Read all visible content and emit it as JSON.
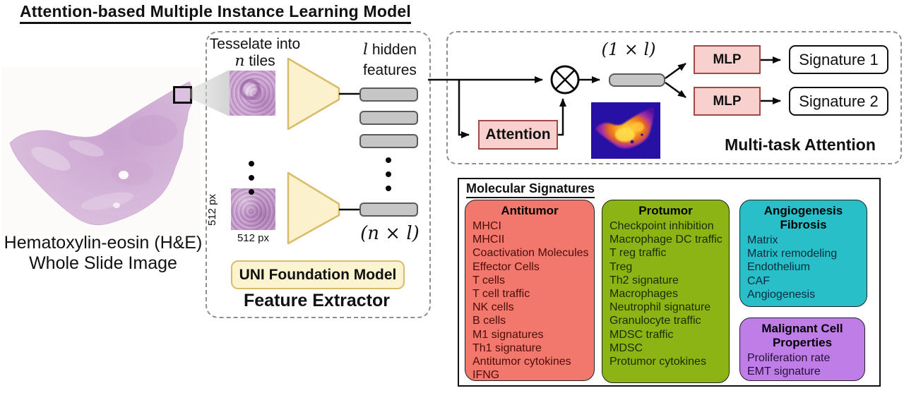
{
  "title": "Attention-based Multiple Instance Learning Model",
  "wsi": {
    "caption_line1": "Hematoxylin-eosin (H&E)",
    "caption_line2": "Whole Slide Image"
  },
  "feature_extractor": {
    "box_label": "Feature Extractor",
    "tesselate_line": "Tesselate into",
    "tiles_var": "n",
    "tiles_suffix": " tiles",
    "hidden_var": "l",
    "hidden_suffix": " hidden",
    "hidden_line2": "features",
    "tile_height_label": "512 px",
    "tile_width_label": "512 px",
    "uni_label": "UNI Foundation Model",
    "matrix_dims": "(n × l)"
  },
  "multi_task_attention": {
    "box_label": "Multi-task Attention",
    "attention_label": "Attention",
    "vector_dims": "(1 × l)",
    "mlp1_label": "MLP",
    "mlp2_label": "MLP",
    "signature1_label": "Signature 1",
    "signature2_label": "Signature 2"
  },
  "molecular_signatures": {
    "title": "Molecular Signatures",
    "groups": [
      {
        "name": "Antitumor",
        "color": "#f2776c",
        "text_color": "#4d0d08",
        "items": [
          "MHCI",
          "MHCII",
          "Coactivation Molecules",
          "Effector Cells",
          "T cells",
          "T cell traffic",
          "NK cells",
          "B cells",
          "M1 signatures",
          "Th1 signature",
          "Antitumor cytokines",
          "IFNG"
        ]
      },
      {
        "name": "Protumor",
        "color": "#8cb414",
        "text_color": "#1c2b00",
        "items": [
          "Checkpoint inhibition",
          "Macrophage DC traffic",
          "T reg traffic",
          "Treg",
          "Th2 signature",
          "Macrophages",
          "Neutrophil signature",
          "Granulocyte traffic",
          "MDSC traffic",
          "MDSC",
          "Protumor cytokines"
        ]
      },
      {
        "name": "Angiogenesis Fibrosis",
        "color": "#28bfc9",
        "text_color": "#0c2c3c",
        "items": [
          "Matrix",
          "Matrix remodeling",
          "Endothelium",
          "CAF",
          "Angiogenesis"
        ]
      },
      {
        "name": "Malignant Cell Properties",
        "color": "#bf7de7",
        "text_color": "#270f38",
        "items": [
          "Proliferation rate",
          "EMT signature"
        ]
      }
    ]
  },
  "colors": {
    "pink_fill": "#f8d0ce",
    "pink_border": "#a34848",
    "yellow_fill": "#fcf3d0",
    "yellow_border": "#d9bd6b",
    "bar_fill": "#c6c6c6",
    "bar_border": "#5a5a5a",
    "heatmap_bg": "#2611a4",
    "dash_border": "#8f8f8f"
  }
}
